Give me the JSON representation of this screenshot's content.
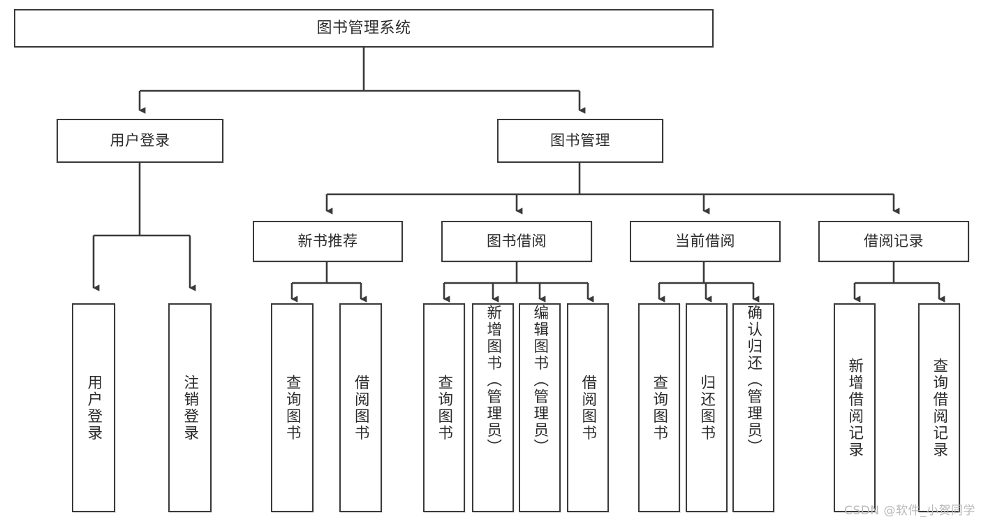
{
  "diagram": {
    "type": "tree-hierarchy-chart",
    "title": "图书管理系统",
    "watermark": "CSDN @软件_小贺同学",
    "colors": {
      "box_border": "#3a3a3a",
      "box_fill": "#ffffff",
      "connector": "#3a3a3a",
      "text": "#2b2b2b",
      "watermark": "#b9b9b9",
      "background": "#ffffff"
    },
    "root": {
      "label": "图书管理系统"
    },
    "level2": [
      {
        "label": "用户登录"
      },
      {
        "label": "图书管理"
      }
    ],
    "level3": [
      {
        "label": "新书推荐"
      },
      {
        "label": "图书借阅"
      },
      {
        "label": "当前借阅"
      },
      {
        "label": "借阅记录"
      }
    ],
    "leaves": {
      "user_login": [
        {
          "label": "用户登录"
        },
        {
          "label": "注销登录"
        }
      ],
      "new_book_recommend": [
        {
          "label": "查询图书"
        },
        {
          "label": "借阅图书"
        }
      ],
      "book_borrow": [
        {
          "label": "查询图书"
        },
        {
          "label": "新增图书（管理员）"
        },
        {
          "label": "编辑图书（管理员）"
        },
        {
          "label": "借阅图书"
        }
      ],
      "current_borrow": [
        {
          "label": "查询图书"
        },
        {
          "label": "归还图书"
        },
        {
          "label": "确认归还（管理员）"
        }
      ],
      "borrow_record": [
        {
          "label": "新增借阅记录"
        },
        {
          "label": "查询借阅记录"
        }
      ]
    }
  }
}
